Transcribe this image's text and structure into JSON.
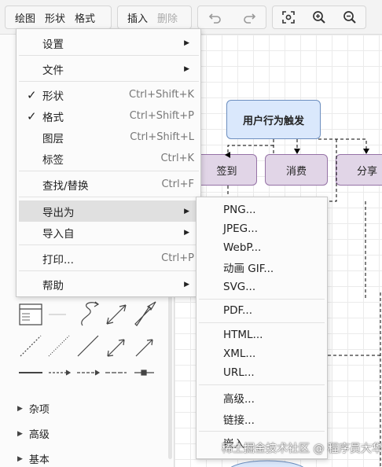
{
  "toolbar": {
    "diagram": "绘图",
    "shape": "形状",
    "format": "格式",
    "insert": "插入",
    "delete": "删除"
  },
  "icons": {
    "undo": "undo-icon",
    "redo": "redo-icon",
    "fit": "fit-page-icon",
    "zoom_in": "zoom-in-icon",
    "zoom_out": "zoom-out-icon"
  },
  "diagram": {
    "main_node": "用户行为触发",
    "node_checkin": "签到",
    "node_consume": "消费",
    "node_share": "分享"
  },
  "sidebar": {
    "sections": [
      "杂项",
      "高级",
      "基本"
    ]
  },
  "menu": {
    "settings": "设置",
    "file": "文件",
    "shape": "形状",
    "shape_sc": "Ctrl+Shift+K",
    "format": "格式",
    "format_sc": "Ctrl+Shift+P",
    "layers": "图层",
    "layers_sc": "Ctrl+Shift+L",
    "tags": "标签",
    "tags_sc": "Ctrl+K",
    "find": "查找/替换",
    "find_sc": "Ctrl+F",
    "export": "导出为",
    "import": "导入自",
    "print": "打印...",
    "print_sc": "Ctrl+P",
    "help": "帮助"
  },
  "submenu": {
    "png": "PNG...",
    "jpeg": "JPEG...",
    "webp": "WebP...",
    "gif": "动画 GIF...",
    "svg": "SVG...",
    "pdf": "PDF...",
    "html": "HTML...",
    "xml": "XML...",
    "url": "URL...",
    "advanced": "高级...",
    "link": "链接...",
    "embed": "嵌入"
  },
  "watermark": "稀土掘金技术社区 @ 程序员大华"
}
